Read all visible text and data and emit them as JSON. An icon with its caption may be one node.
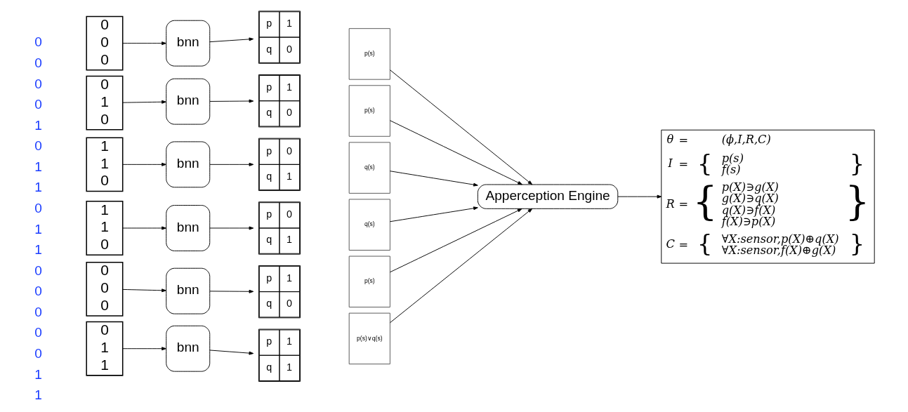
{
  "diagram": {
    "nodes": [
      {
        "text": [
          "0",
          "0",
          "0"
        ]
      },
      {
        "text": [
          "bnn"
        ]
      },
      {
        "text": [
          "p",
          "1",
          "q",
          "0"
        ]
      },
      {
        "text": [
          "p(s)"
        ]
      },
      {
        "text": [
          "0",
          "1",
          "0"
        ]
      },
      {
        "text": [
          "bnn"
        ]
      },
      {
        "text": [
          "p",
          "1",
          "q",
          "0"
        ]
      },
      {
        "text": [
          "p(s)"
        ]
      },
      {
        "text": [
          "1",
          "1",
          "0"
        ]
      },
      {
        "text": [
          "bnn"
        ]
      },
      {
        "text": [
          "p",
          "0",
          "q",
          "1"
        ]
      },
      {
        "text": [
          "q(s)"
        ]
      },
      {
        "text": [
          "1",
          "1",
          "0"
        ]
      },
      {
        "text": [
          "bnn"
        ]
      },
      {
        "text": [
          "p",
          "0",
          "q",
          "1"
        ]
      },
      {
        "text": [
          "q(s)"
        ]
      },
      {
        "text": [
          "0",
          "0",
          "0"
        ]
      },
      {
        "text": [
          "bnn"
        ]
      },
      {
        "text": [
          "p",
          "1",
          "q",
          "0"
        ]
      },
      {
        "text": [
          "p(s)"
        ]
      },
      {
        "text": [
          "0",
          "1",
          "1"
        ]
      },
      {
        "text": [
          "bnn"
        ]
      },
      {
        "text": [
          "p",
          "1",
          "q",
          "1"
        ]
      },
      {
        "text": [
          "p(s)∨q(s)"
        ]
      },
      {
        "text": [
          "Apperception Engine"
        ]
      },
      {
        "text": [
          "θ",
          "=",
          "(ϕ,I,R,C)",
          "I",
          "=",
          "{",
          "p(s)",
          "f(s)",
          "}",
          "R",
          "=",
          "{",
          "p(X)∋g(X)",
          "g(X)∋q(X)",
          "q(X)∋f(X)",
          "f(X)∋p(X)",
          "}",
          "C",
          "=",
          "{",
          "∀X:sensor,p(X)⊕q(X)",
          "∀X:sensor,f(X)⊕g(X)",
          "}"
        ]
      }
    ],
    "edges": [
      {
        "from": 0,
        "to": 1,
        "arrow": "to"
      },
      {
        "from": 1,
        "to": 2,
        "arrow": "to"
      },
      {
        "from": 4,
        "to": 5,
        "arrow": "to"
      },
      {
        "from": 5,
        "to": 6,
        "arrow": "to"
      },
      {
        "from": 8,
        "to": 9,
        "arrow": "to"
      },
      {
        "from": 9,
        "to": 10,
        "arrow": "to"
      },
      {
        "from": 12,
        "to": 13,
        "arrow": "to"
      },
      {
        "from": 13,
        "to": 14,
        "arrow": "to"
      },
      {
        "from": 16,
        "to": 17,
        "arrow": "to"
      },
      {
        "from": 17,
        "to": 18,
        "arrow": "to"
      },
      {
        "from": 20,
        "to": 21,
        "arrow": "to"
      },
      {
        "from": 21,
        "to": 22,
        "arrow": "to"
      },
      {
        "from": 3,
        "to": 24,
        "arrow": "to"
      },
      {
        "from": 7,
        "to": 24,
        "arrow": "to"
      },
      {
        "from": 11,
        "to": 24,
        "arrow": "to"
      },
      {
        "from": 15,
        "to": 24,
        "arrow": "to"
      },
      {
        "from": 19,
        "to": 24,
        "arrow": "to"
      },
      {
        "from": 23,
        "to": 24,
        "arrow": "to"
      },
      {
        "from": 24,
        "to": 25,
        "arrow": "to"
      }
    ],
    "labels": [
      "0",
      "0",
      "0",
      "0",
      "1",
      "0",
      "1",
      "1",
      "0",
      "1",
      "1",
      "0",
      "0",
      "0",
      "0",
      "0",
      "1",
      "1"
    ]
  }
}
